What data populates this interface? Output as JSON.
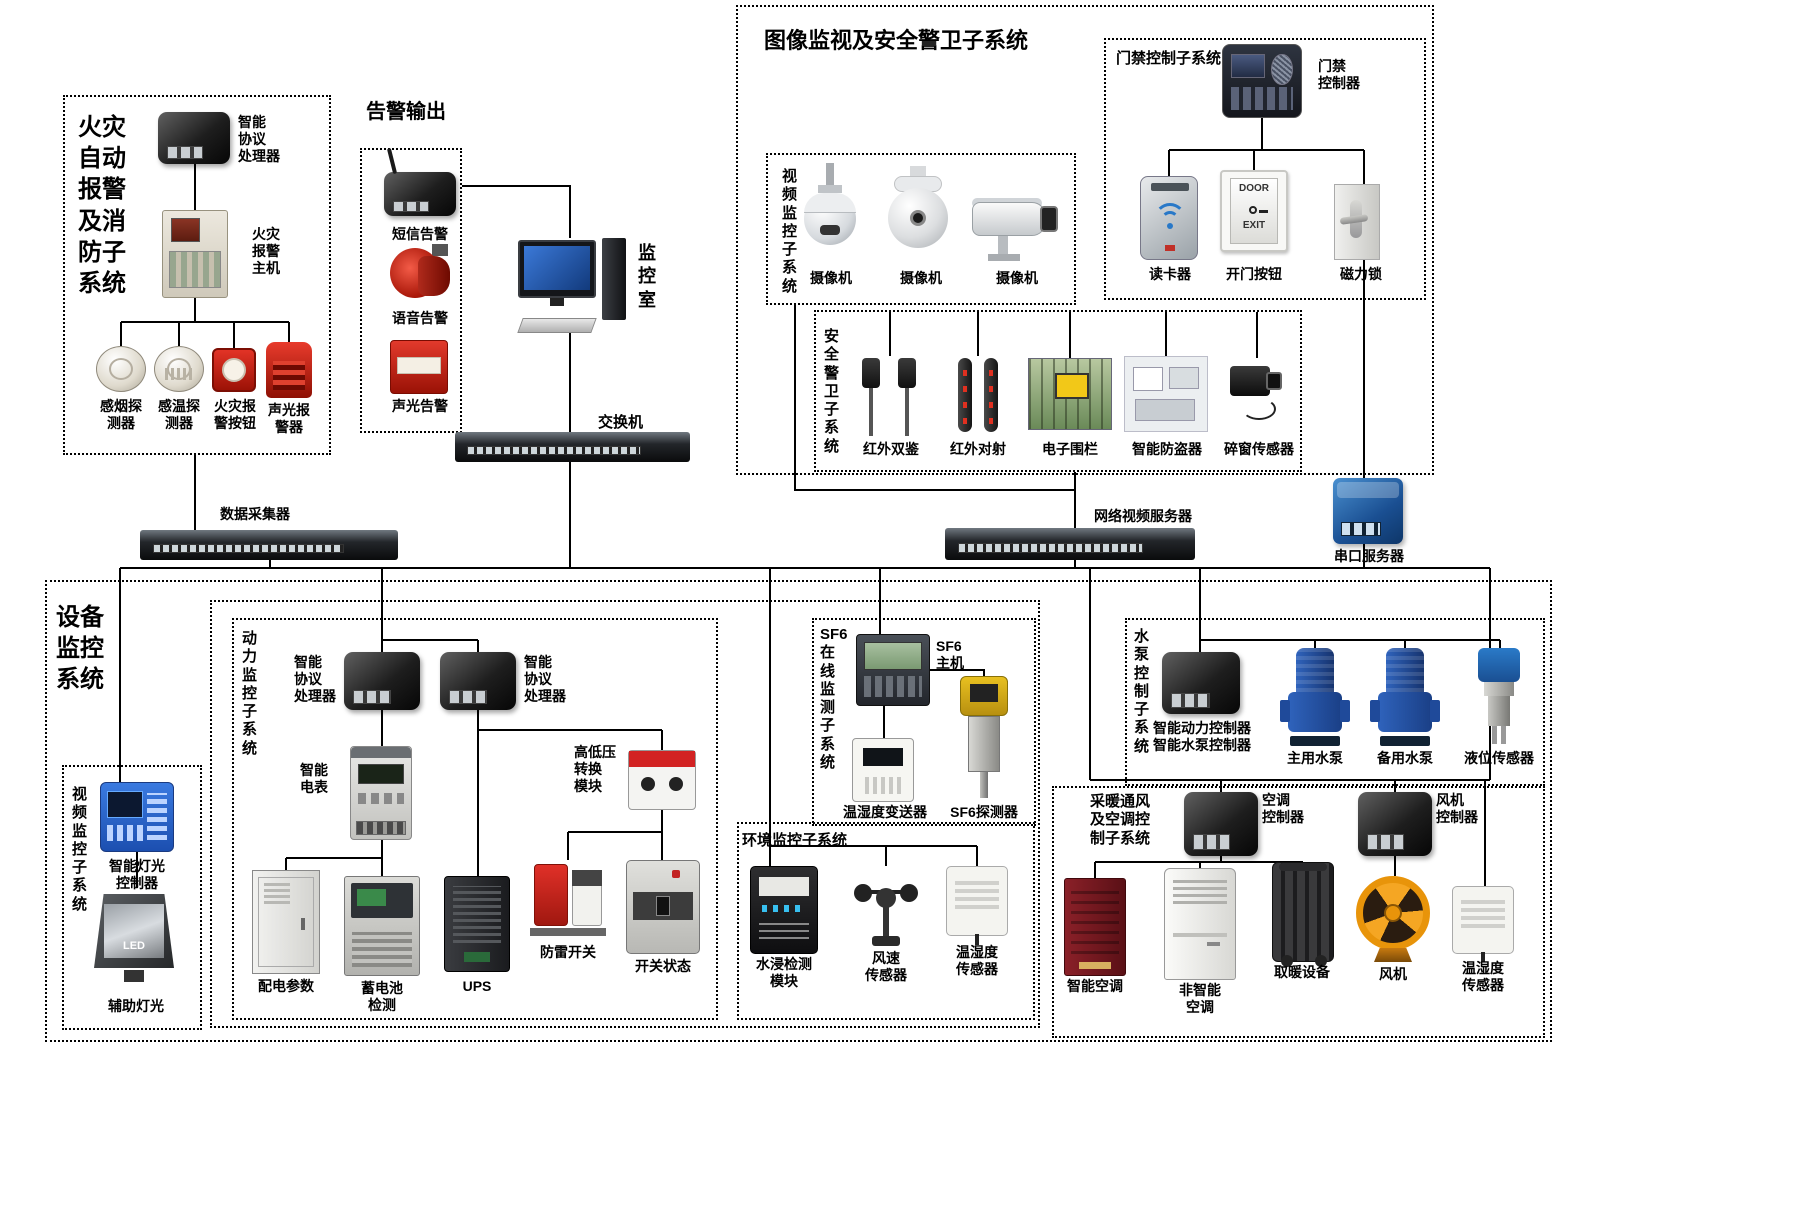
{
  "fire": {
    "title": "火灾\n自动\n报警\n及消\n防子\n系统",
    "processor": "智能\n协议\n处理器",
    "host": "火灾\n报警\n主机",
    "smoke": "感烟探\n测器",
    "temp": "感温探\n测器",
    "button": "火灾报\n警按钮",
    "sounder": "声光报\n警器"
  },
  "alarm": {
    "title": "告警输出",
    "sms": "短信告警",
    "voice": "语音告警",
    "soundlight": "声光告警"
  },
  "monitor_room": "监\n控\n室",
  "network_switch": "交换机",
  "imgsec": {
    "title": "图像监视及安全警卫子系统",
    "video_title": "视\n频\n监\n控\n子\n系\n统",
    "cam1": "摄像机",
    "cam2": "摄像机",
    "cam3": "摄像机",
    "access_title": "门禁控制子系统",
    "controller": "门禁\n控制器",
    "reader": "读卡器",
    "exit_button": "开门按钮",
    "lock": "磁力锁",
    "door_text": "DOOR",
    "exit_text": "EXIT",
    "guard_title": "安\n全\n警\n卫\n子\n系\n统",
    "ir_dual": "红外双鉴",
    "ir_beam": "红外对射",
    "fence": "电子围栏",
    "antitheft": "智能防盗器",
    "window_sensor": "碎窗传感器"
  },
  "mid": {
    "collector": "数据采集器",
    "nvs": "网络视频服务器",
    "serial": "串口服务器"
  },
  "equip": {
    "title": "设备\n监控\n系统",
    "video_title": "视\n频\n监\n控\n子\n系\n统",
    "light_ctrl": "智能灯光\n控制器",
    "aux_light": "辅助灯光",
    "led": "LED",
    "power_title": "动\n力\n监\n控\n子\n系\n统",
    "proc1": "智能\n协议\n处理器",
    "proc2": "智能\n协议\n处理器",
    "meter": "智能\n电表",
    "hl_module": "高低压\n转换\n模块",
    "cabinet": "配电参数",
    "battery": "蓄电池\n检测",
    "ups": "UPS",
    "lightning": "防雷开关",
    "breaker": "开关状态",
    "sf6_title": "SF6\n在\n线\n监\n测\n子\n系\n统",
    "sf6_host": "SF6\n主机",
    "th_transmitter": "温湿度变送器",
    "sf6_detector": "SF6探测器",
    "env_title": "环境监控子系统",
    "water": "水浸检测\n模块",
    "wind": "风速\n传感器",
    "th1": "温湿度\n传感器",
    "pump_title": "水\n泵\n控\n制\n子\n系\n统",
    "pump_ctrl": "智能动力控制器\n智能水泵控制器",
    "pump_main": "主用水泵",
    "pump_backup": "备用水泵",
    "level": "液位传感器",
    "hvac_title": "采暖通风\n及空调控\n制子系统",
    "ac_ctrl": "空调\n控制器",
    "fan_ctrl": "风机\n控制器",
    "smart_ac": "智能空调",
    "plain_ac": "非智能\n空调",
    "heater": "取暖设备",
    "fan": "风机",
    "th2": "温湿度\n传感器"
  }
}
